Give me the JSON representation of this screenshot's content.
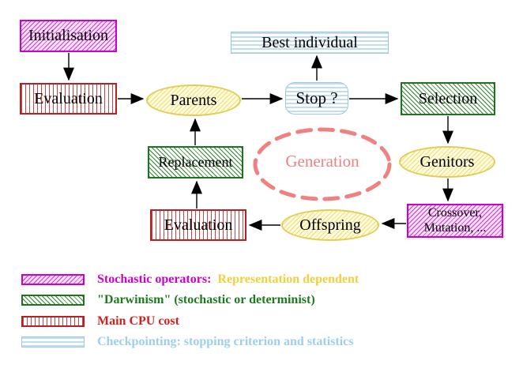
{
  "nodes": {
    "initialisation": {
      "label": "Initialisation"
    },
    "evaluation_top": {
      "label": "Evaluation"
    },
    "parents": {
      "label": "Parents"
    },
    "best_individual": {
      "label": "Best individual"
    },
    "stop": {
      "label": "Stop ?"
    },
    "selection": {
      "label": "Selection"
    },
    "replacement": {
      "label": "Replacement"
    },
    "generation": {
      "label": "Generation"
    },
    "genitors": {
      "label": "Genitors"
    },
    "evaluation_bottom": {
      "label": "Evaluation"
    },
    "offspring": {
      "label": "Offspring"
    },
    "crossover": {
      "line1": "Crossover,",
      "line2": "Mutation, ..."
    }
  },
  "legend": [
    {
      "label": "Stochastic operators:",
      "label2": "Representation dependent",
      "swatch": "magenta-diagonal-hatch"
    },
    {
      "label": "\"Darwinism\" (stochastic or determinist)",
      "swatch": "green-diagonal-hatch"
    },
    {
      "label": "Main CPU cost",
      "swatch": "red-vertical-stripes"
    },
    {
      "label": "Checkpointing: stopping criterion and statistics",
      "swatch": "cyan-horizontal-stripes"
    }
  ],
  "colors": {
    "magenta": "#cc00cc",
    "green": "#1e7a1e",
    "red": "#cc2222",
    "cyan_text": "#9dcfea",
    "yellow_text": "#eed040",
    "salmon": "#ef8181",
    "yellow_node_border": "#e3cc55",
    "cyan_node_border": "#9cc7e0",
    "arrow": "#000000"
  }
}
